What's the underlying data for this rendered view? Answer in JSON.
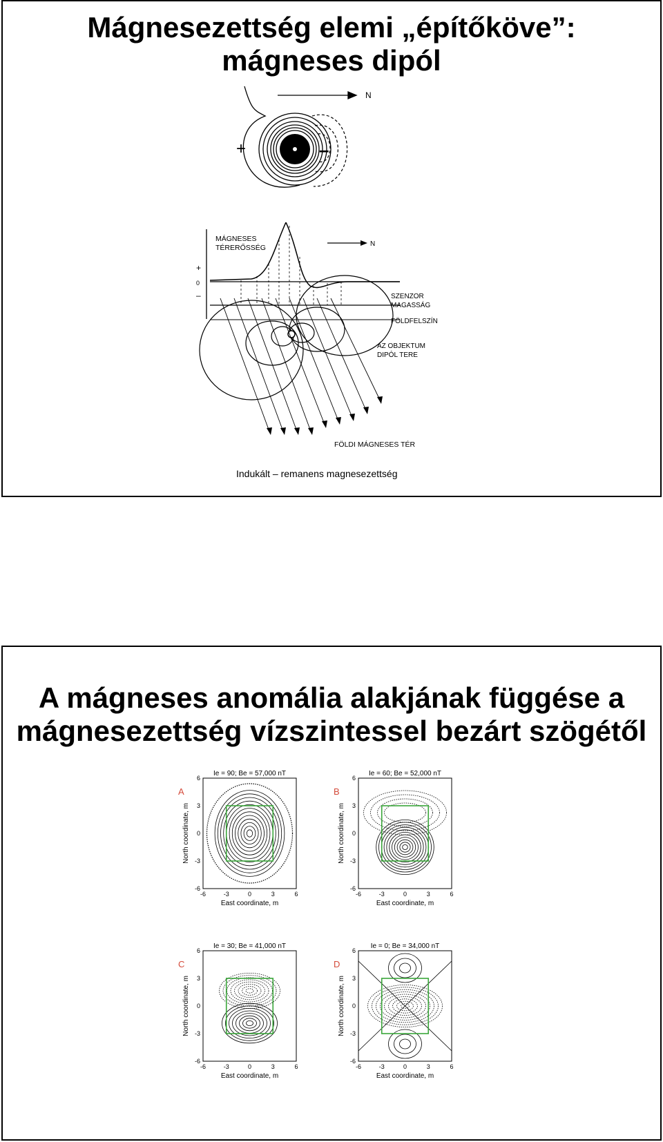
{
  "slide1": {
    "title_line1": "Mágnesezettség elemi „építőköve”:",
    "title_line2": "mágneses dipól",
    "top_fig": {
      "north": "N",
      "plus": "+",
      "minus": "–"
    },
    "profile_fig": {
      "label_intensity": [
        "MÁGNESES",
        "TÉRERŐSSÉG"
      ],
      "north": "N",
      "axis_plus": "+",
      "axis_zero": "0",
      "axis_minus": "–",
      "label_sensor": [
        "SZENZOR",
        "MAGASSÁG"
      ],
      "label_surface": "FÖLDFELSZÍN",
      "label_dipole": [
        "AZ OBJEKTUM",
        "DIPÓL TERE"
      ],
      "label_earth": "FÖLDI MÁGNESES TÉR"
    },
    "caption": "Indukált – remanens magnesezettség"
  },
  "slide2": {
    "title_line1": "A mágneses anomália alakjának függése a",
    "title_line2": "mágnesezettség vízszintessel bezárt szögétől",
    "panels": [
      {
        "letter": "A",
        "header": "Ie = 90; Be = 57,000 nT"
      },
      {
        "letter": "B",
        "header": "Ie = 60; Be = 52,000 nT"
      },
      {
        "letter": "C",
        "header": "Ie = 30; Be = 41,000 nT"
      },
      {
        "letter": "D",
        "header": "Ie = 0; Be = 34,000 nT"
      }
    ],
    "xlabel": "East coordinate, m",
    "ylabel": "North coordinate, m",
    "ticks": [
      "-6",
      "-3",
      "0",
      "3",
      "6"
    ],
    "colors": {
      "letter": "#d44a3a",
      "box": "#3aa63a"
    }
  }
}
